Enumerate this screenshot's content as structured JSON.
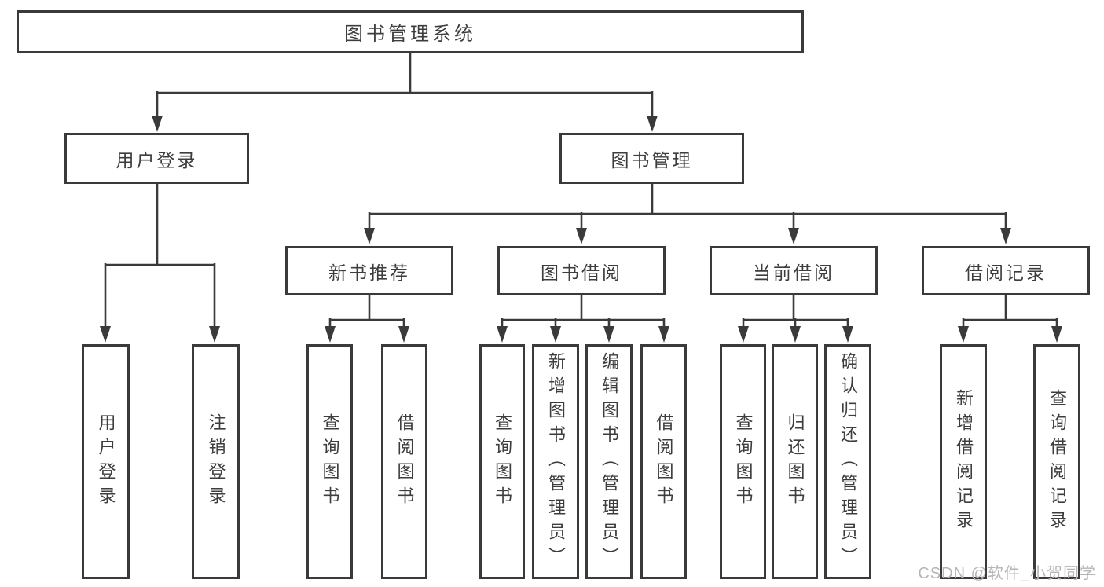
{
  "diagram": {
    "title": "图书管理系统",
    "root": {
      "label": "图书管理系统"
    },
    "branches": [
      {
        "label": "用户登录",
        "children": [
          {
            "label": "用户登录"
          },
          {
            "label": "注销登录"
          }
        ]
      },
      {
        "label": "图书管理",
        "children": [
          {
            "label": "新书推荐",
            "children": [
              {
                "label": "查询图书"
              },
              {
                "label": "借阅图书"
              }
            ]
          },
          {
            "label": "图书借阅",
            "children": [
              {
                "label": "查询图书"
              },
              {
                "label": "新增图书（管理员）"
              },
              {
                "label": "编辑图书（管理员）"
              },
              {
                "label": "借阅图书"
              }
            ]
          },
          {
            "label": "当前借阅",
            "children": [
              {
                "label": "查询图书"
              },
              {
                "label": "归还图书"
              },
              {
                "label": "确认归还（管理员）"
              }
            ]
          },
          {
            "label": "借阅记录",
            "children": [
              {
                "label": "新增借阅记录"
              },
              {
                "label": "查询借阅记录"
              }
            ]
          }
        ]
      }
    ]
  },
  "watermark": {
    "text": "CSDN @软件_小贺同学"
  },
  "colors": {
    "line": "#3a3a3a",
    "text": "#3d3d3d",
    "watermark": "#b5b5b5",
    "background": "#ffffff"
  }
}
